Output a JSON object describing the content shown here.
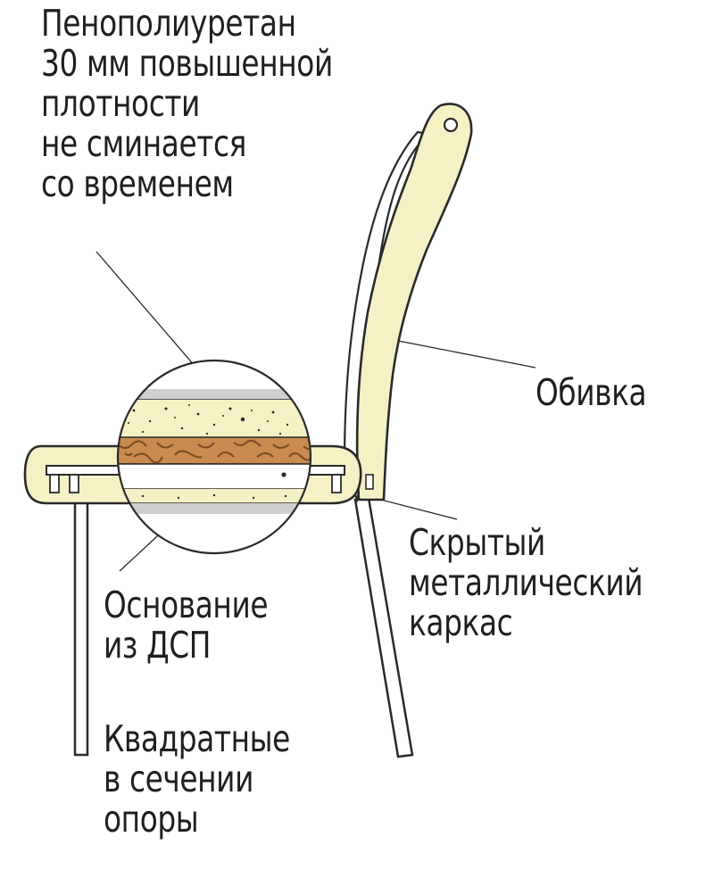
{
  "labels": {
    "foam": [
      "Пенополиуретан",
      "30 мм повышенной",
      "плотности",
      "не сминается",
      "со временем"
    ],
    "upholstery": [
      "Обивка"
    ],
    "frame": [
      "Скрытый",
      "металлический",
      "каркас"
    ],
    "base": [
      "Основание",
      "из ДСП"
    ],
    "legs": [
      "Квадратные",
      "в сечении",
      "опоры"
    ]
  },
  "colors": {
    "cushion": "#f4f1c4",
    "outline": "#2a2a2a",
    "chipboard": "#c98b4f",
    "chipboard_dark": "#7a4a22",
    "fabric_band": "#cfcfcf"
  }
}
